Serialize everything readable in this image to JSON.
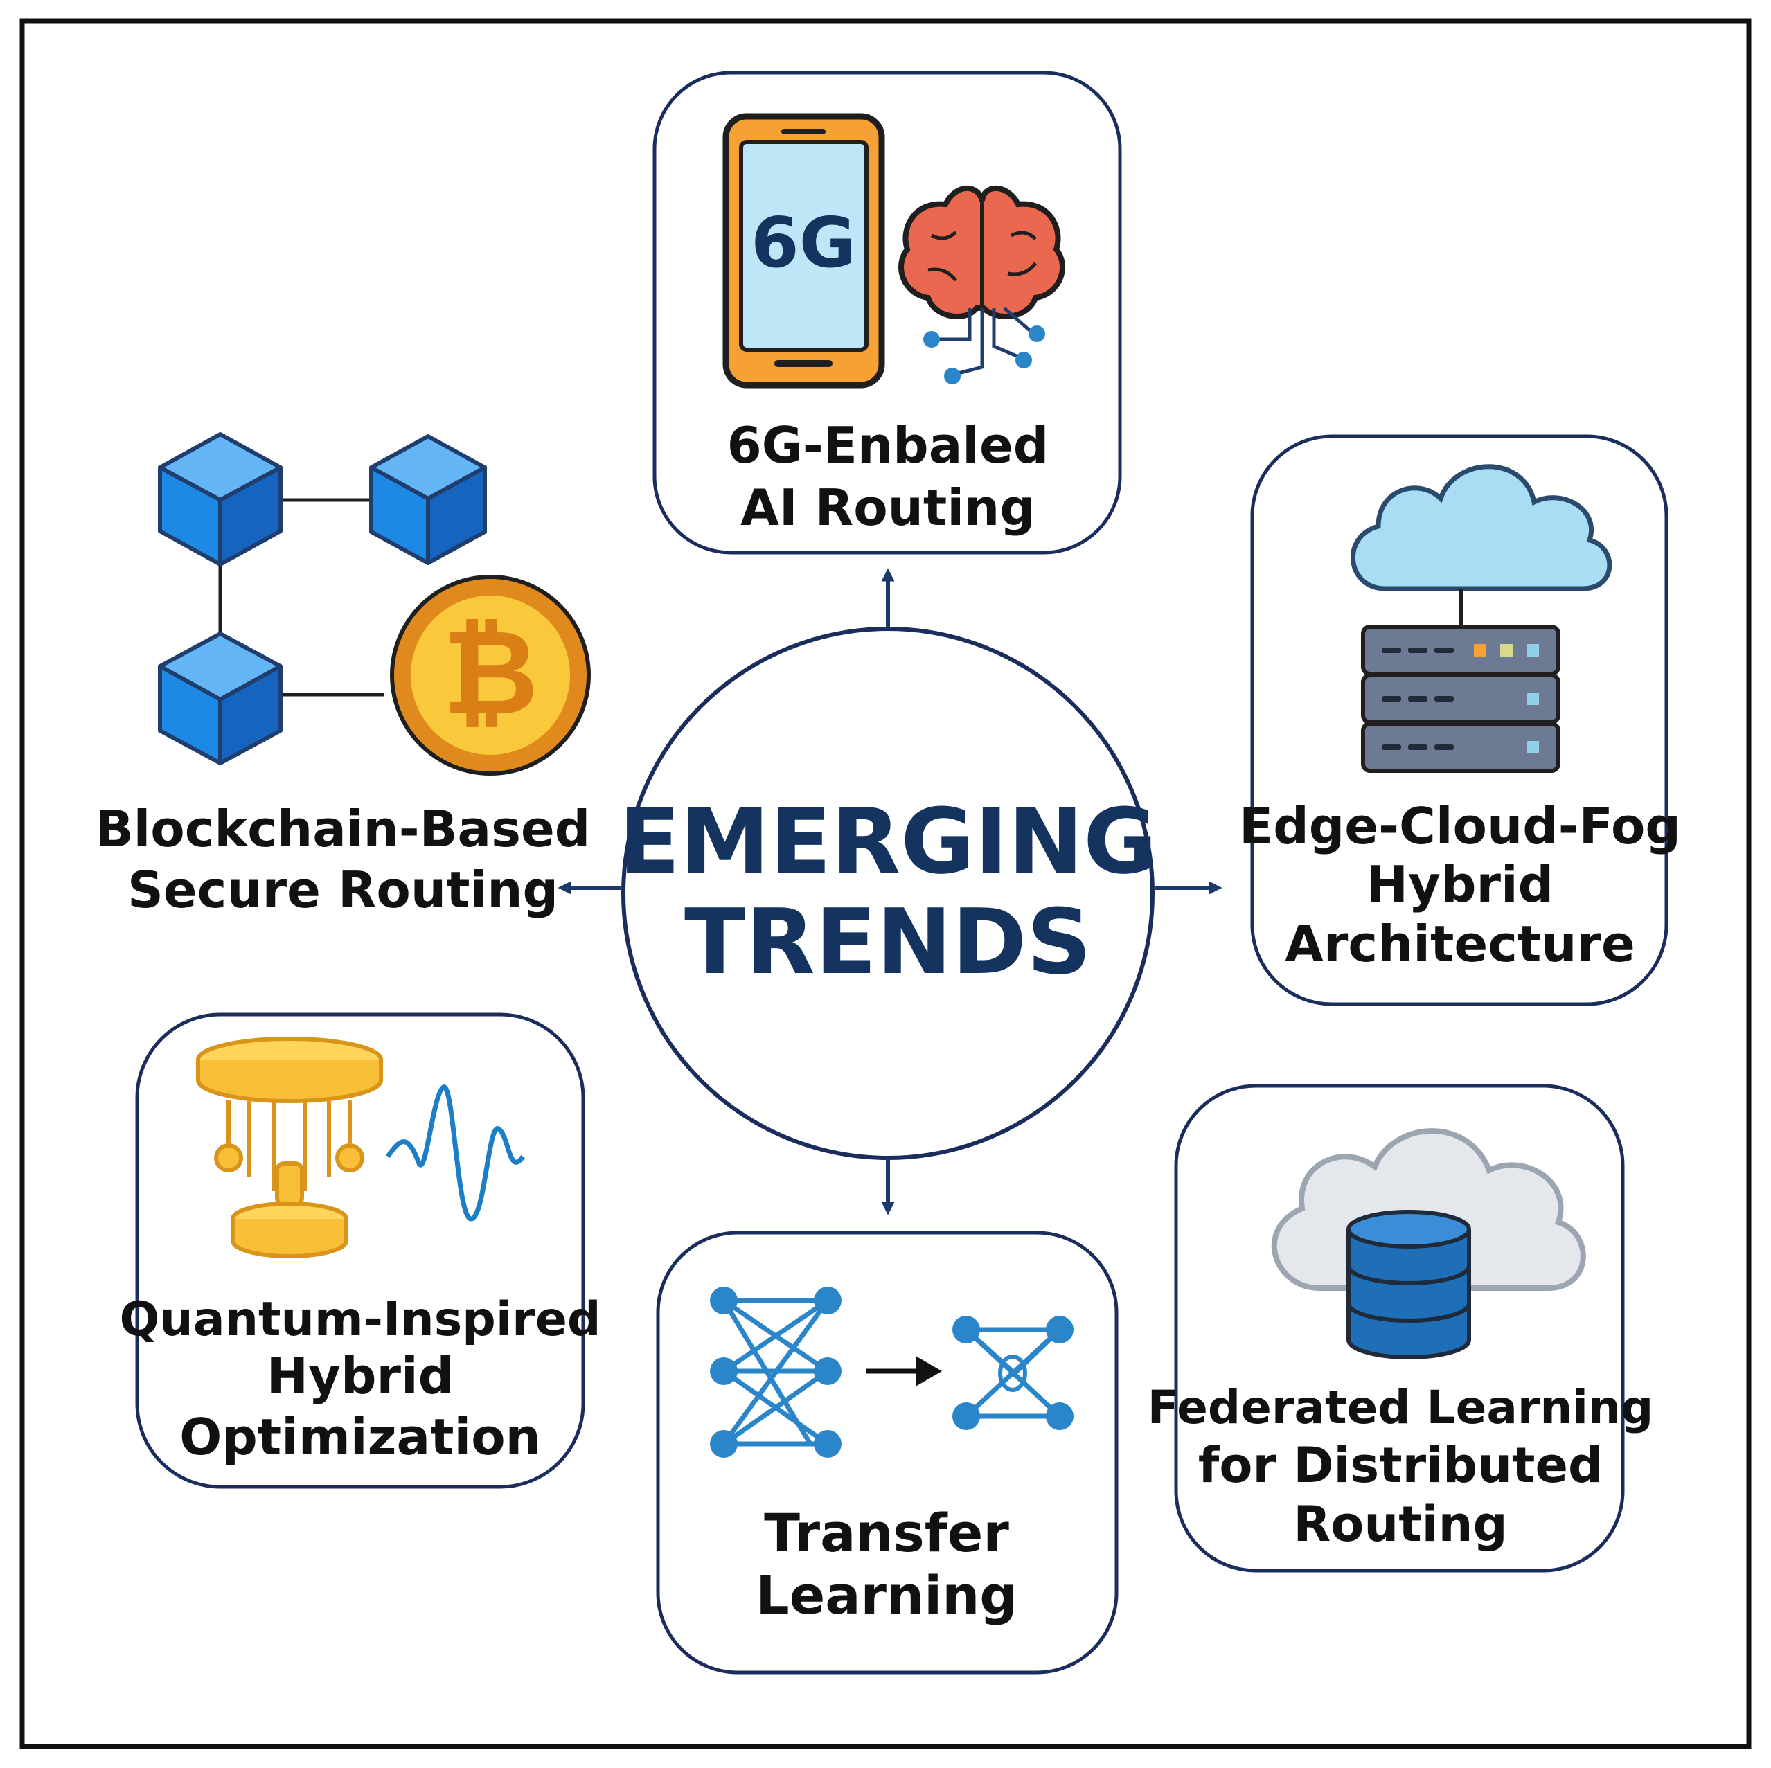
{
  "center": {
    "line1": "EMERGING",
    "line2": "TRENDS",
    "color": "#14335F"
  },
  "colors": {
    "frame": "#111111",
    "box_border": "#1B2D5C",
    "arrow": "#1B3A6B",
    "text": "#111111",
    "cube_blue": "#1E88E5",
    "coin_gold": "#F9C93B",
    "coin_orange": "#E08A1E",
    "phone_orange": "#F6A133",
    "phone_screen": "#BDE6F7",
    "brain_red": "#E9684F",
    "node_blue": "#2A86C8",
    "cloud_blue": "#A8DDF3",
    "server_gray": "#6C7A94",
    "quantum_gold": "#F8BF37",
    "wave_blue": "#1C7EC7",
    "db_blue": "#1E6FB8",
    "cloud_gray": "#E4E8EC"
  },
  "trends": {
    "ai_routing": {
      "line1": "6G-Enbaled",
      "line2": "AI Routing",
      "icon": "6g-phone-brain-icon",
      "phone_text": "6G"
    },
    "blockchain": {
      "line1": "Blockchain-Based",
      "line2": "Secure Routing",
      "icon": "blockchain-bitcoin-icon",
      "coin_symbol": "₿"
    },
    "edge_cloud": {
      "line1": "Edge-Cloud-Fog",
      "line2": "Hybrid",
      "line3": "Architecture",
      "icon": "cloud-server-icon"
    },
    "quantum": {
      "line1": "Quantum-Inspired",
      "line2": "Hybrid",
      "line3": "Optimization",
      "icon": "quantum-wave-icon"
    },
    "transfer": {
      "line1": "Transfer",
      "line2": "Learning",
      "icon": "neural-network-transfer-icon"
    },
    "federated": {
      "line1": "Federated Learning",
      "line2": "for Distributed",
      "line3": "Routing",
      "icon": "cloud-database-icon"
    }
  }
}
